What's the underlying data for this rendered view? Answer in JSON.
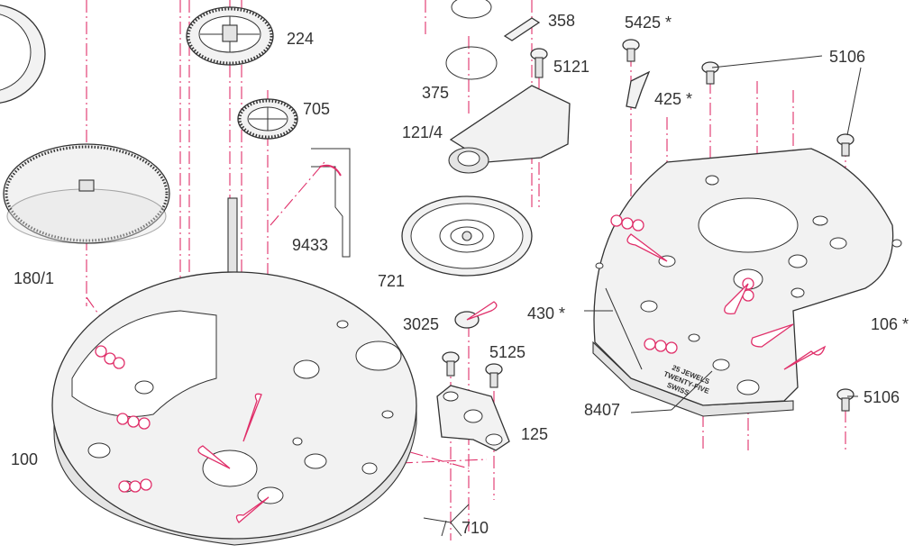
{
  "title": "Exploded view of watch movement",
  "labels": {
    "l224": "224",
    "l358": "358",
    "l5425": "5425 *",
    "l5121": "5121",
    "l5106a": "5106",
    "l375": "375",
    "l425": "425 *",
    "l705": "705",
    "l1214": "121/4",
    "l9433": "9433",
    "l1801": "180/1",
    "l721": "721",
    "l430": "430 *",
    "l106": "106 *",
    "l3025": "3025",
    "l5125": "5125",
    "l100": "100",
    "l125": "125",
    "l8407": "8407",
    "l5106b": "5106",
    "l710": "710"
  },
  "engraving": [
    "25 JEWELS",
    "TWENTY-FIVE",
    "SWISS"
  ],
  "colors": {
    "axis_lines": "#e0306a",
    "ink": "#333333"
  }
}
